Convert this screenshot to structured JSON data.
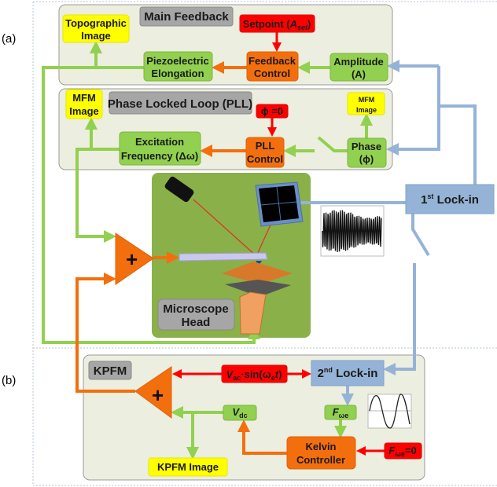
{
  "labels": {
    "a": "(a)",
    "b": "(b)"
  },
  "main_feedback": {
    "title": "Main Feedback",
    "setpoint": {
      "text": "Setpoint (",
      "var": "A",
      "sub": "set",
      "close": ")"
    },
    "topographic_image": [
      "Topographic",
      "Image"
    ],
    "piezo": [
      "Piezoelectric",
      "Elongation"
    ],
    "feedback_control": [
      "Feedback",
      "Control"
    ],
    "amplitude": [
      "Amplitude",
      "(A)"
    ]
  },
  "pll": {
    "title": "Phase Locked Loop (PLL)",
    "mfm_image_left": [
      "MFM",
      "Image"
    ],
    "mfm_image_right": [
      "MFM",
      "Image"
    ],
    "phi_zero": "ϕ =0",
    "excitation": [
      "Excitation",
      "Frequency (Δω)"
    ],
    "pll_control": [
      "PLL",
      "Control"
    ],
    "phase": [
      "Phase",
      "(ϕ)"
    ]
  },
  "microscope": {
    "label": [
      "Microscope",
      "Head"
    ]
  },
  "lockin1": {
    "text": "1",
    "sup": "st",
    "rest": " Lock-in"
  },
  "plus": "+",
  "kpfm": {
    "title": "KPFM",
    "vac": {
      "v": "V",
      "sub": "ac",
      "rest": "·sin(ω",
      "sub2": "e",
      "t": "t",
      "close": ")"
    },
    "lockin2": {
      "text": "2",
      "sup": "nd",
      "rest": " Lock-in"
    },
    "vdc": {
      "v": "V",
      "sub": "dc"
    },
    "fwe": {
      "v": "F",
      "sub": "ωe"
    },
    "kelvin": [
      "Kelvin",
      "Controller"
    ],
    "fwe_zero": {
      "v": "F",
      "sub": "ωe",
      "rest": "=0"
    },
    "kpfm_image": "KPFM Image"
  },
  "colors": {
    "feedback": "#92d050",
    "control": "#f36f0e",
    "reference": "#ff0000",
    "lockin": "#95b3d7",
    "image": "#ffff00",
    "head": "#8ab04a"
  }
}
